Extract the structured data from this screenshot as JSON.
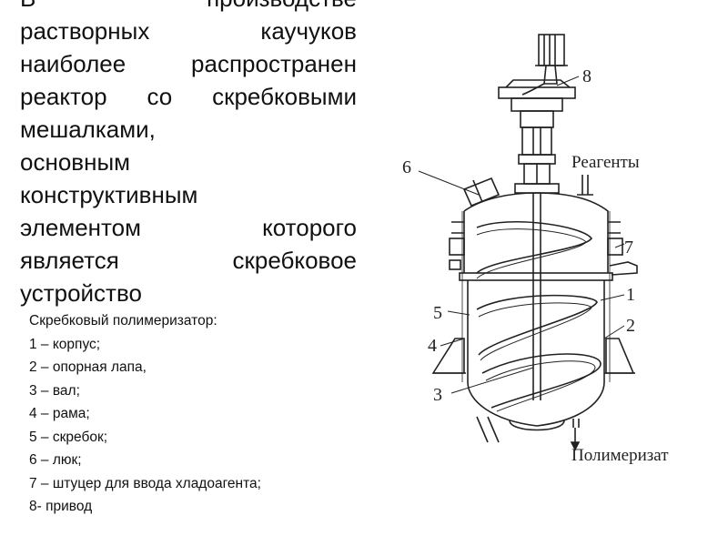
{
  "main_text": {
    "lines": [
      "В производстве",
      "растворных каучуков",
      "наиболее распространен",
      "реактор со скребковыми",
      "мешалками,",
      "основным",
      "конструктивным",
      "элементом которого",
      "является скребковое",
      "устройство"
    ]
  },
  "legend": {
    "title": "Скребковый полимеризатор:",
    "items": [
      "1 – корпус;",
      "2 – опорная лапа,",
      "3 – вал;",
      "4 – рама;",
      "5 – скребок;",
      "6 – люк;",
      "7 – штуцер для ввода хладоагента;",
      "8- привод"
    ]
  },
  "diagram": {
    "labels": {
      "reagents": "Реагенты",
      "polymerizate": "Полимеризат",
      "n1": "1",
      "n2": "2",
      "n3": "3",
      "n4": "4",
      "n5": "5",
      "n6": "6",
      "n7": "7",
      "n8": "8"
    }
  }
}
